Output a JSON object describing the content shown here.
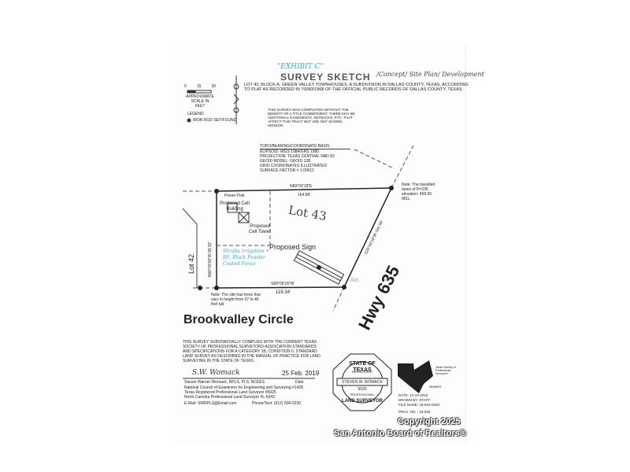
{
  "header": {
    "exhibit_label": "\"EXHIBIT C\"",
    "title": "SURVEY SKETCH",
    "title_handwritten": "/Concept/ Site Plan/ Development",
    "legal_description": "LOT 43, Block A, GREEN VALLEY TOWNHOUSES, A SUBDIVISION IN DALLAS COUNTY, TEXAS, ACCORDING TO PLAT AS RECORDED IN 70083/1868 OF THE OFFICIAL PUBLIC RECORDS OF DALLAS COUNTY, TEXAS.",
    "title_note": "THIS SURVEY WAS COMPLETED WITHOUT THE BENEFIT OF A TITLE COMMITMENT. THERE MAY BE ADDITIONAL EASEMENTS, SETBACKS, ETC. THAT AFFECT THIS TRACT BUT ARE NOT SHOWN HEREON."
  },
  "scale": {
    "ticks": [
      "0",
      "15",
      "30"
    ],
    "label": "APPROXIMATE SCALE IN FEET"
  },
  "legend": {
    "title": "LEGEND",
    "item": "IRON ROD SET/FOUND"
  },
  "basis": {
    "title": "TOPO/BEARING/COORDINATE BASIS",
    "lines": [
      "ELIPSOID: WGS 1984/GRS 1980",
      "PROJECTION: TEXAS CENTRAL NAD 83",
      "GEOID MODEL: GEOID 12B",
      "GRID COORDINATES ILLUSTRATED",
      "SURFACE FACTOR = 1.00012"
    ]
  },
  "plat": {
    "lot_label": "Lot 43",
    "adjacent_lot": "Lot 42",
    "street": "Brookvalley Circle",
    "highway": "Hwy 635",
    "top_bearing": "N89°09'18\"E",
    "top_distance": "164.89'",
    "bottom_bearing": "S89°09'18\"W",
    "bottom_distance": "119.34'",
    "east_bearing": "S25°42'18\"W",
    "east_distance": "151.50'",
    "west_bearing": "N00°05'00\"W",
    "west_distance": "99.92'",
    "power_pole": "Power Pole",
    "cell_building": "Proposed Cell Building",
    "cell_tower": "Proposed Cell Tower",
    "sign": "Proposed Sign",
    "handwritten_note": "Shrubs irrigation + 8ft. Black Powder Coated Fence",
    "handwritten_set": "-Set.",
    "height_note": "Note: The site has trees that vary in height from 37 to 46 feet tall.",
    "elevation_note": "Note: The travelled lanes of IH 635 elevation: 469.00 MSL."
  },
  "certification": {
    "statement": "THIS SURVEY SUBSTANTIALLY COMPLIES WITH THE CURRENT TEXAS SOCIETY OF PROFESSIONAL SURVEYORS ASSOCIATION STANDARDS AND SPECIFICATIONS FOR A CATEGORY 1B, CONDITION II, STANDARD LAND SURVEY AS DESCRIBED IN THE MANUAL OF PRACTICE FOR LAND SURVEYING IN THE STATE OF TEXAS.",
    "date": "25 Feb. 2019",
    "date_label": "Date",
    "surveyor": "Steven Warner Womack, RPLS, PLS, NCEES",
    "credentials": [
      "National Council of Examiners for Engineering and Surveying #1428",
      "Texas Registered Professional Land Surveyor #5025",
      "North Carolina Professional Land Surveyor #L-5043"
    ],
    "email": "E-Mail: SWRPLS@Email.com",
    "phone": "Phone/Text: (512) 638-0230"
  },
  "seal": {
    "top": "STATE OF TEXAS",
    "registered": "REGISTERED",
    "name": "STEVEN W. WOMACK",
    "number": "5025",
    "professional": "PROFESSIONAL",
    "bottom": "LAND SURVEYOR"
  },
  "society_logo": {
    "text": "Texas Society of Professional Surveyors",
    "sub": "MEMBER"
  },
  "job_info": [
    "DATE: 12-10-2018",
    "DRAWN BY: Staff",
    "FILE NAME: 18-040.dwg",
    "PROJ. NO. : 18-040"
  ],
  "watermark": {
    "line1": "Copyright 2025",
    "line2": "San Antonio Board of Realtors®"
  }
}
